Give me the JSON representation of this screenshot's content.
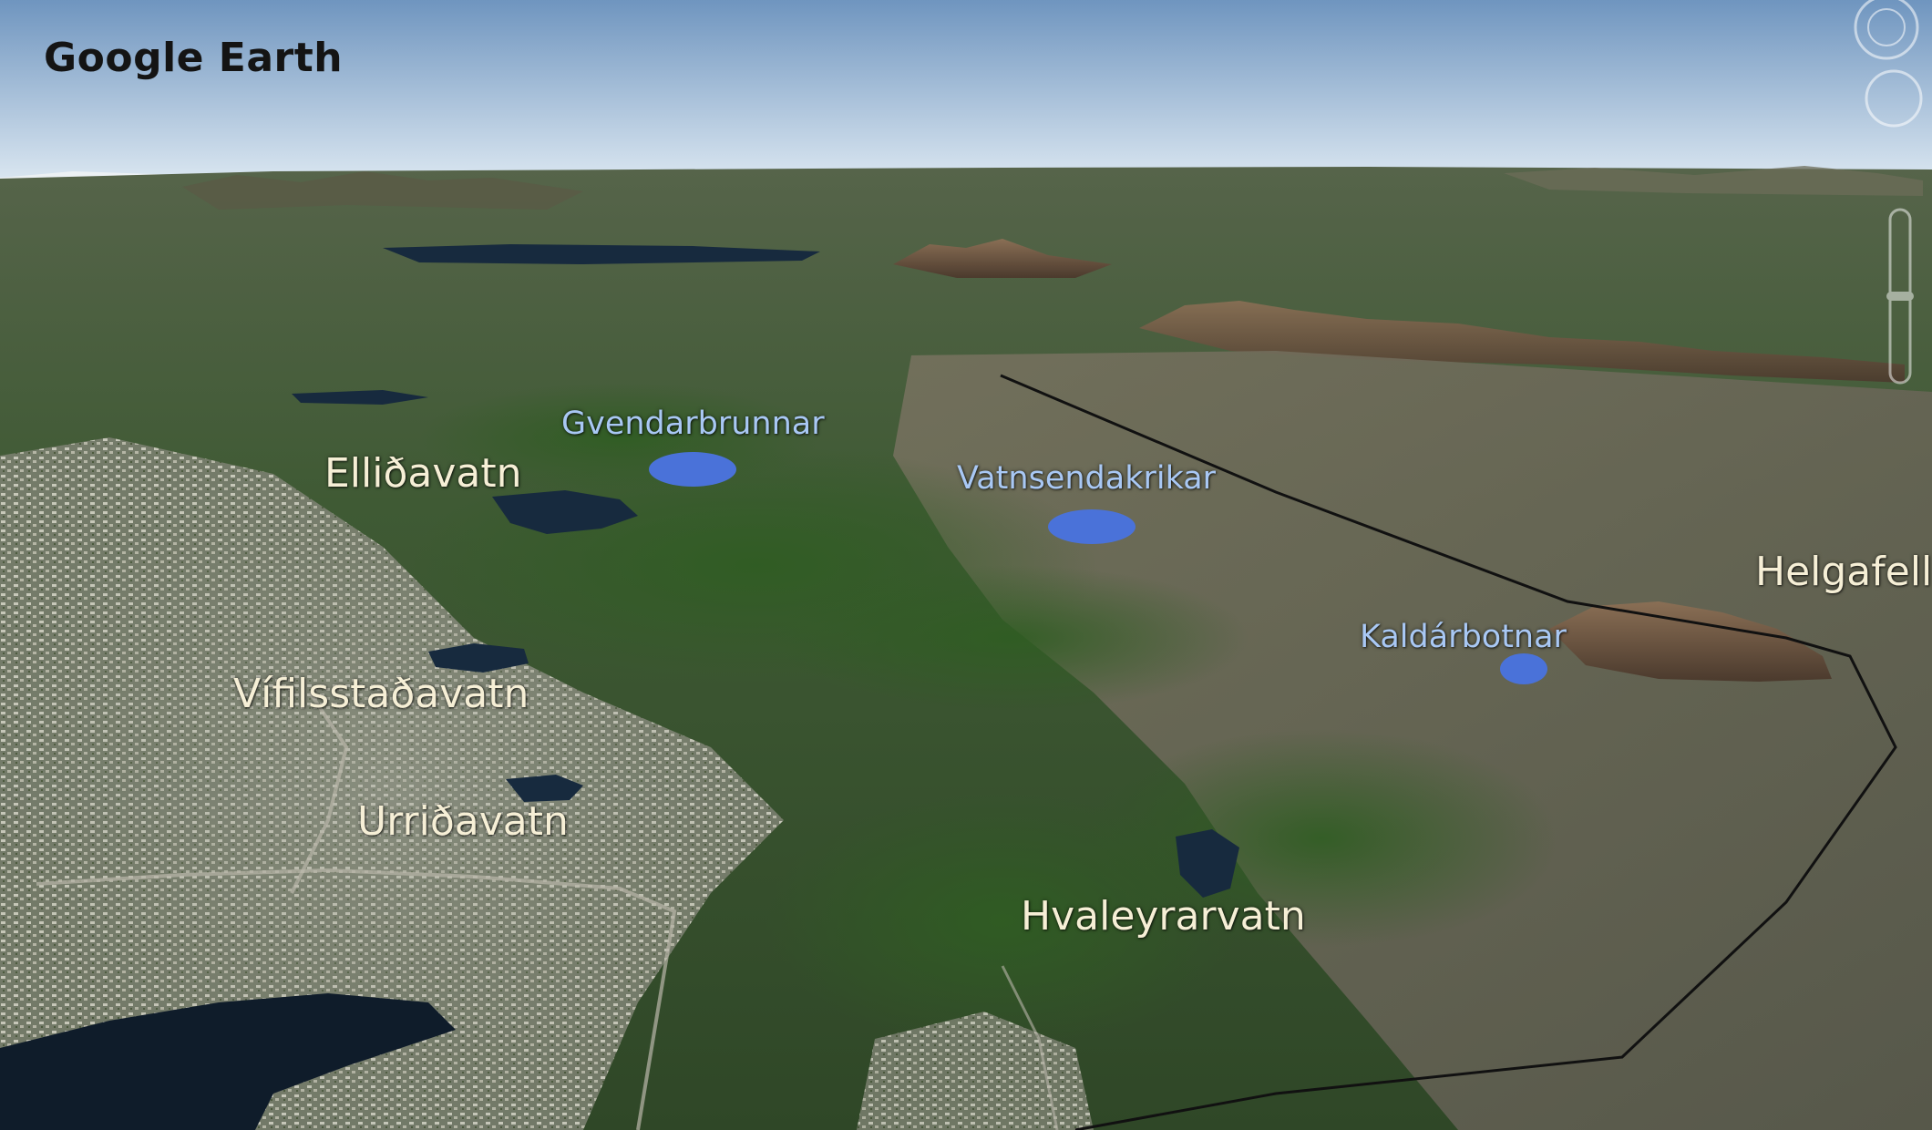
{
  "brand": {
    "title": "Google Earth"
  },
  "colors": {
    "sky_top": "#6f95bf",
    "sky_bottom": "#dbe7f1",
    "terrain_green": "#3c5a2e",
    "lava_gray": "#6f6a5d",
    "lake_water": "#132436",
    "spring_marker": "#4a72d9",
    "lake_label": "#f6efd6",
    "spring_label": "#a9c8f4",
    "boundary_line": "#111111"
  },
  "labels": {
    "ellidavatn": "Elliðavatn",
    "vifilsstadavatn": "Vífilsstaðavatn",
    "urridavatn": "Urriðavatn",
    "hvaleyrarvatn": "Hvaleyrarvatn",
    "helgafell": "Helgafell"
  },
  "springs": {
    "gvendarbrunnar": "Gvendarbrunnar",
    "vatnsendakrikar": "Vatnsendakrikar",
    "kaldarbotnar": "Kaldárbotnar"
  },
  "icons": [
    "compass-control-icon",
    "zoom-slider-icon"
  ]
}
